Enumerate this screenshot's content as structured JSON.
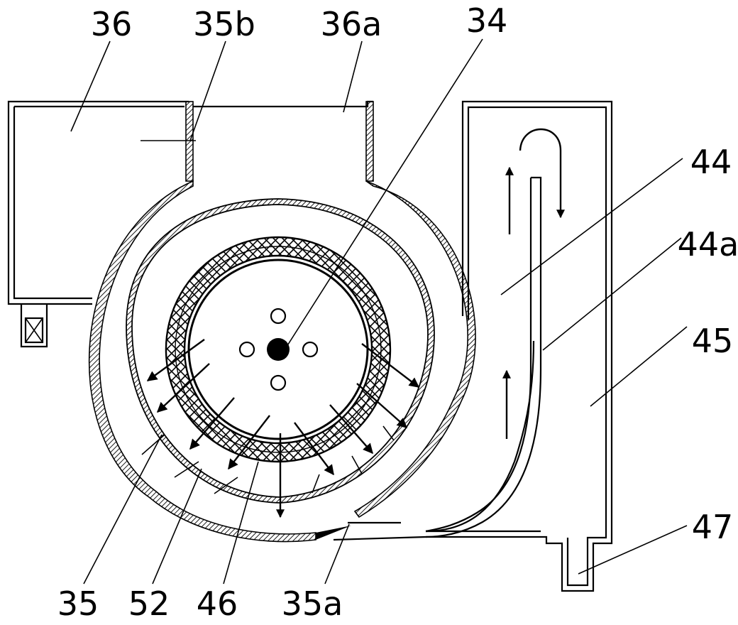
{
  "labels": {
    "l36": "36",
    "l35b": "35b",
    "l36a": "36a",
    "l34": "34",
    "l44": "44",
    "l44a": "44a",
    "l45": "45",
    "l47": "47",
    "l35": "35",
    "l52": "52",
    "l46": "46",
    "l35a": "35a"
  },
  "colors": {
    "ink": "#000000",
    "paper": "#ffffff"
  }
}
